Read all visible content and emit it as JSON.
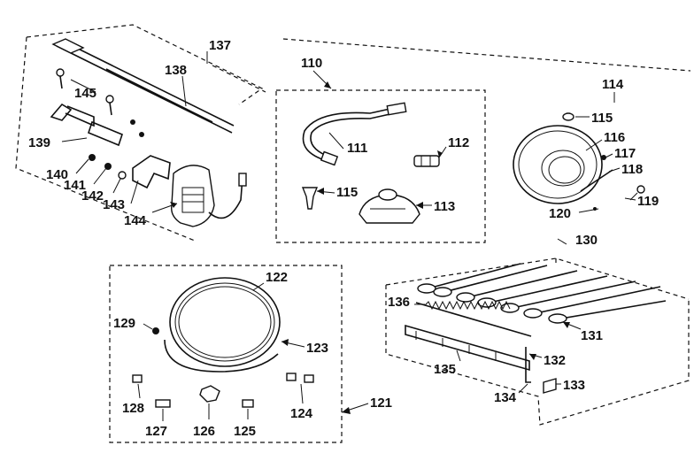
{
  "labels": {
    "l110": "110",
    "l111": "111",
    "l112": "112",
    "l113": "113",
    "l114": "114",
    "l115a": "115",
    "l115b": "115",
    "l116": "116",
    "l117": "117",
    "l118": "118",
    "l119": "119",
    "l120": "120",
    "l121": "121",
    "l122": "122",
    "l123": "123",
    "l124": "124",
    "l125": "125",
    "l126": "126",
    "l127": "127",
    "l128": "128",
    "l129": "129",
    "l130": "130",
    "l131": "131",
    "l132": "132",
    "l133": "133",
    "l134": "134",
    "l135": "135",
    "l136": "136",
    "l137": "137",
    "l138": "138",
    "l139": "139",
    "l140": "140",
    "l141": "141",
    "l142": "142",
    "l143": "143",
    "l144": "144",
    "l145": "145"
  }
}
